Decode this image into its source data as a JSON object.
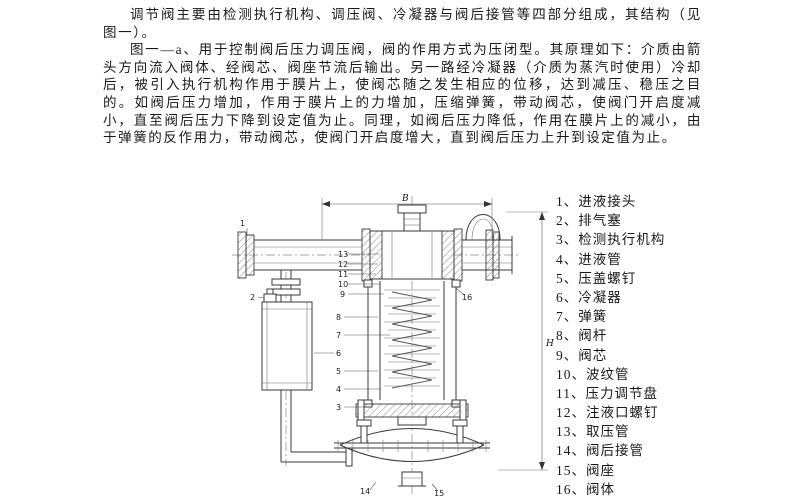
{
  "document": {
    "para1": "调节阀主要由检测执行机构、调压阀、冷凝器与阀后接管等四部分组成，其结构（见图一）。",
    "para2": "图一—a、用于控制阀后压力调压阀，阀的作用方式为压闭型。其原理如下：介质由箭头方向流入阀体、经阀芯、阀座节流后输出。另一路经冷凝器（介质为蒸汽时使用）冷却后，被引入执行机构作用于膜片上，使阀芯随之发生相应的位移，达到减压、稳压之目的。如阀后压力增加，作用于膜片上的力增加，压缩弹簧，带动阀芯，使阀门开启度减小，直至阀后压力下降到设定值为止。同理，如阀后压力降低，作用在膜片上的减小，由于弹簧的反作用力，带动阀芯，使阀门开启度增大，直到阀后压力上升到设定值为止。"
  },
  "parts": {
    "items": [
      "1、进液接头",
      "2、排气塞",
      "3、检测执行机构",
      "4、进液管",
      "5、压盖螺钉",
      "6、冷凝器",
      "7、弹簧",
      "8、阀杆",
      "9、阀芯",
      "10、波纹管",
      "11、压力调节盘",
      "12、注液口螺钉",
      "13、取压管",
      "14、阀后接管",
      "15、阀座",
      "16、阀体"
    ]
  },
  "diagram": {
    "width_dim": "B",
    "height_dim": "H",
    "callout_numbers": [
      "1",
      "2",
      "3",
      "4",
      "5",
      "6",
      "7",
      "8",
      "9",
      "10",
      "11",
      "12",
      "13",
      "14",
      "15",
      "16"
    ]
  }
}
